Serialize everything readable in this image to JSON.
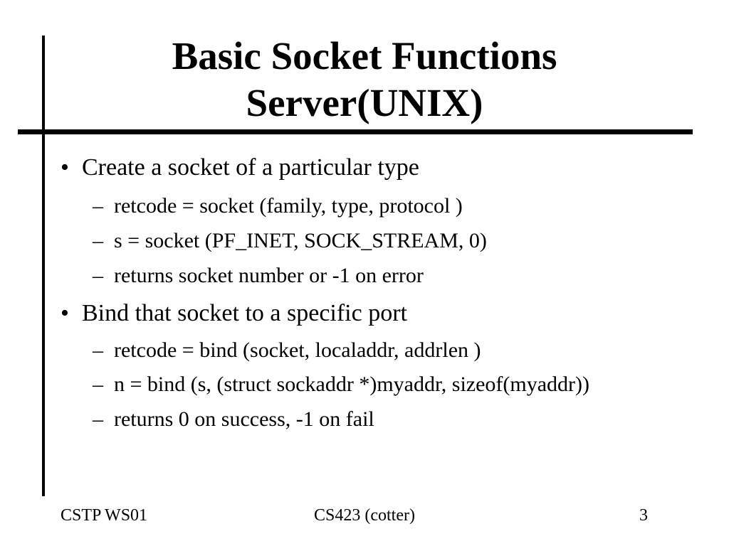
{
  "slide": {
    "title_line1": "Basic Socket Functions",
    "title_line2": "Server(UNIX)",
    "bullets": [
      {
        "level": 1,
        "marker": "•",
        "text": "Create a socket of a particular type"
      },
      {
        "level": 2,
        "marker": "–",
        "text": "retcode = socket (family, type, protocol )"
      },
      {
        "level": 2,
        "marker": "–",
        "text": "s = socket (PF_INET, SOCK_STREAM, 0)"
      },
      {
        "level": 2,
        "marker": "–",
        "text": "returns socket number or -1 on error"
      },
      {
        "level": 1,
        "marker": "•",
        "text": "Bind that socket to a specific port"
      },
      {
        "level": 2,
        "marker": "–",
        "text": "retcode = bind (socket, localaddr, addrlen )"
      },
      {
        "level": 2,
        "marker": "–",
        "text": "n = bind (s, (struct sockaddr *)myaddr, sizeof(myaddr))"
      },
      {
        "level": 2,
        "marker": "–",
        "text": "returns 0 on success, -1 on fail"
      }
    ],
    "footer": {
      "left": "CSTP WS01",
      "center": "CS423 (cotter)",
      "page_number": "3"
    },
    "colors": {
      "background": "#ffffff",
      "text": "#000000",
      "line": "#000000"
    }
  }
}
